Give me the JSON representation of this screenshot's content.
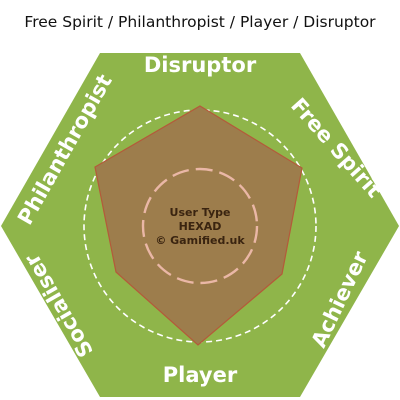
{
  "title": "Free Spirit / Philanthropist / Player / Disruptor",
  "center": {
    "line1": "User Type",
    "line2": "HEXAD",
    "line3": "© Gamified.uk"
  },
  "user_types": {
    "top": "Disruptor",
    "upper_right": "Free Spirit",
    "lower_right": "Achiever",
    "bottom": "Player",
    "lower_left": "Socialiser",
    "upper_left": "Philanthropist"
  },
  "colors": {
    "hexagon_fill": "#8fb54a",
    "profile_fill": "#9d7d4c",
    "profile_stroke": "#b45a3a",
    "outer_ring": "#ffffff",
    "inner_ring": "#eab7a6",
    "label_color": "#ffffff"
  }
}
